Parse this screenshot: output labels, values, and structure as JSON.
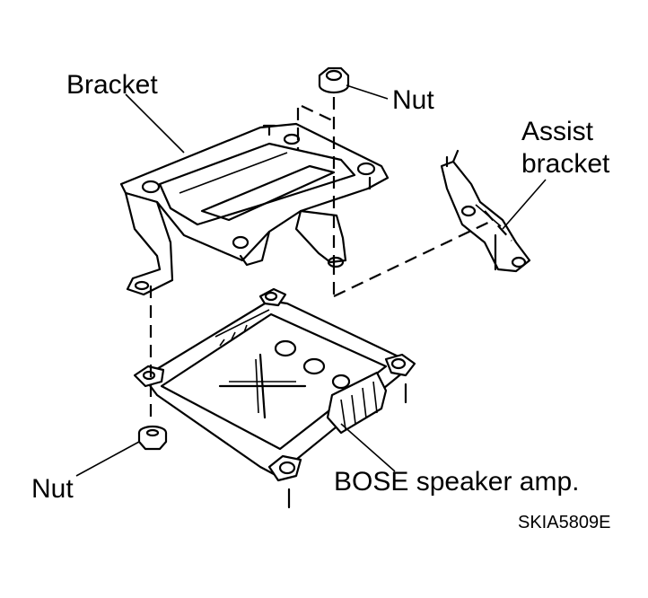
{
  "labels": {
    "bracket": "Bracket",
    "nut_top": "Nut",
    "assist_line1": "Assist",
    "assist_line2": "bracket",
    "nut_bottom": "Nut",
    "amp": "BOSE speaker amp.",
    "ref_code": "SKIA5809E"
  }
}
